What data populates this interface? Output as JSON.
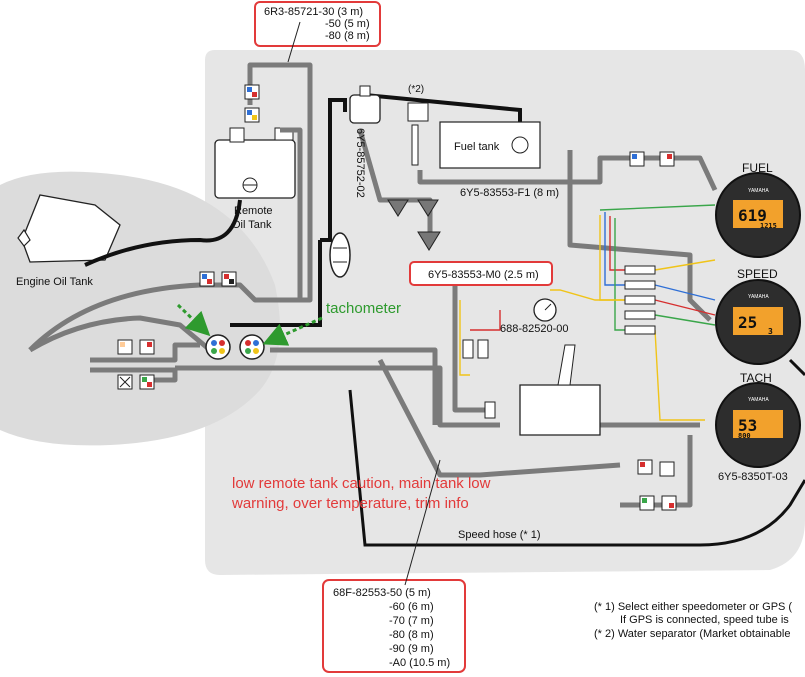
{
  "callouts": {
    "top_box": [
      "6R3-85721-30 (3 m)",
      "-50 (5 m)",
      "-80 (8 m)"
    ],
    "mid_box": "6Y5-83553-M0 (2.5 m)",
    "bottom_box": [
      "68F-82553-50 (5 m)",
      "-60 (6 m)",
      "-70 (7 m)",
      "-80 (8 m)",
      "-90 (9 m)",
      "-A0 (10.5 m)"
    ]
  },
  "labels": {
    "engine_oil_tank": "Engine Oil Tank",
    "remote_oil_tank_1": "Remote",
    "remote_oil_tank_2": "Oil Tank",
    "fuel_tank": "Fuel tank",
    "separator_mark": "(*2)",
    "vertical_part": "6Y5-85752-02",
    "fuel_harness": "6Y5-83553-F1 (8 m)",
    "sender_part": "688-82520-00",
    "gauge_part": "6Y5-8350T-03",
    "speed_hose": "Speed hose (* 1)",
    "tachometer_annotation": "tachometer",
    "warning_line1": "low remote tank caution, main tank low",
    "warning_line2": "warning, over temperature, trim info"
  },
  "gauges": {
    "fuel": {
      "title": "FUEL",
      "brand": "YAMAHA",
      "main": "619",
      "sub": "1215"
    },
    "speed": {
      "title": "SPEED",
      "brand": "YAMAHA",
      "main": "25",
      "sub": "3"
    },
    "tach": {
      "title": "TACH",
      "brand": "YAMAHA",
      "main": "53",
      "sub": "800"
    }
  },
  "footnotes": [
    "(* 1) Select either speedometer or GPS (",
    "If GPS is connected, speed tube is",
    "(* 2) Water separator (Market obtainable"
  ],
  "colors": {
    "annotation_red": "#e23a3a",
    "annotation_green": "#2e9a2e",
    "wire_yellow": "#f0c419",
    "wire_blue": "#2f6fd6",
    "wire_red": "#d62f2f",
    "wire_green": "#3aa64a",
    "hose_gray": "#7b7b7b"
  }
}
